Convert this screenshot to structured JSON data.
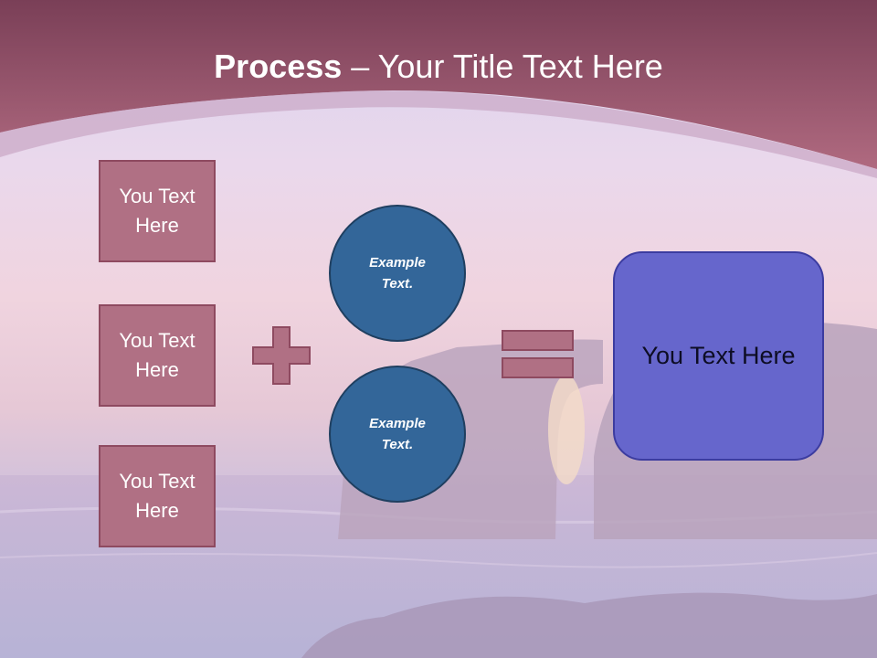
{
  "slide": {
    "title_bold": "Process",
    "title_rest": " – Your Title Text Here",
    "left_boxes": [
      {
        "label": "You Text Here"
      },
      {
        "label": "You Text Here"
      },
      {
        "label": "You Text Here"
      }
    ],
    "circles": [
      {
        "label": "Example Text."
      },
      {
        "label": "Example Text."
      }
    ],
    "result_label": "You Text Here",
    "plus_icon": "plus-icon",
    "equals_icon": "equals-icon"
  },
  "colors": {
    "header": "#a86178",
    "box_fill": "#b07084",
    "circle_fill": "#336699",
    "result_fill": "#6666cc"
  }
}
